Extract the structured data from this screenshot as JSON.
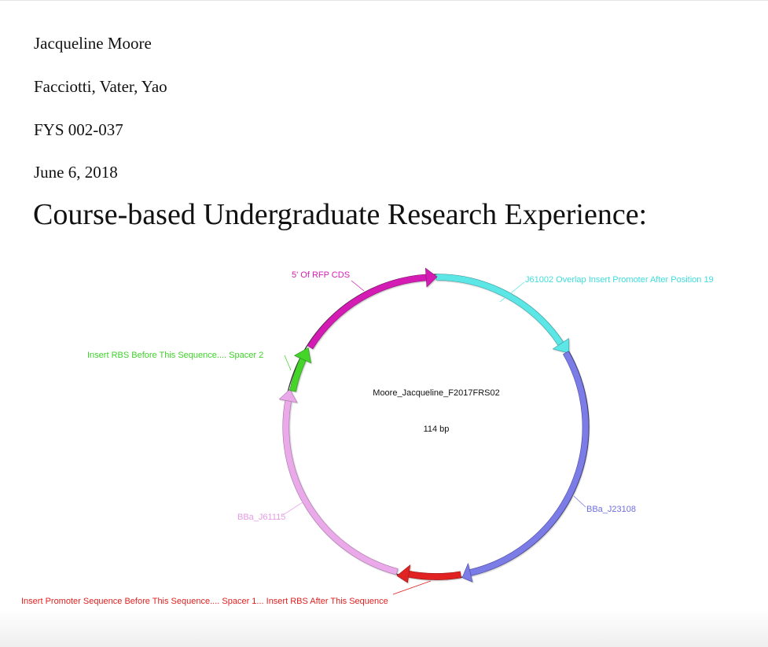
{
  "document": {
    "author": "Jacqueline Moore",
    "instructors": "Facciotti, Vater, Yao",
    "course": "FYS 002-037",
    "date": "June 6, 2018",
    "title": "Course-based Undergraduate Research Experience:"
  },
  "plasmid": {
    "name": "Moore_Jacqueline_F2017FRS02",
    "size": "114 bp",
    "features": [
      {
        "label": "J61002 Overlap Insert Promoter After Position 19",
        "color": "#5ce6e6"
      },
      {
        "label": "BBa_J23108",
        "color": "#7c7ce6"
      },
      {
        "label": "Insert Promoter Sequence Before This Sequence.... Spacer 1... Insert RBS After This Sequence",
        "color": "#e02020"
      },
      {
        "label": "BBa_J61115",
        "color": "#eaaaea"
      },
      {
        "label": "Insert RBS Before This Sequence.... Spacer 2",
        "color": "#44d42c"
      },
      {
        "label": "5' Of RFP CDS",
        "color": "#d41eb4"
      }
    ]
  }
}
